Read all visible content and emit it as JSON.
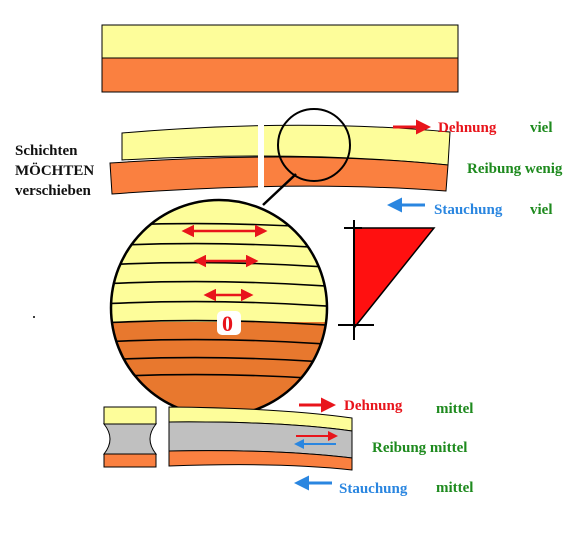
{
  "colors": {
    "yellow": "#fdfd9a",
    "orange": "#fa8040",
    "dark_orange": "#e8782e",
    "gray": "#c0c0c0",
    "red": "#e8141b",
    "green": "#1e8a1e",
    "blue": "#2a86e0",
    "black": "#000000"
  },
  "labels": {
    "schichten_line1": "Schichten",
    "schichten_line2": "MÖCHTEN",
    "schichten_line3": "verschieben",
    "dehnung_1": "Dehnung",
    "dehnung_1_amount": "viel",
    "reibung_1": "Reibung wenig",
    "stauchung_1": "Stauchung",
    "stauchung_1_amount": "viel",
    "zero": "0",
    "dehnung_2": "Dehnung",
    "dehnung_2_amount": "mittel",
    "reibung_2": "Reibung mittel",
    "stauchung_2": "Stauchung",
    "stauchung_2_amount": "mittel"
  }
}
